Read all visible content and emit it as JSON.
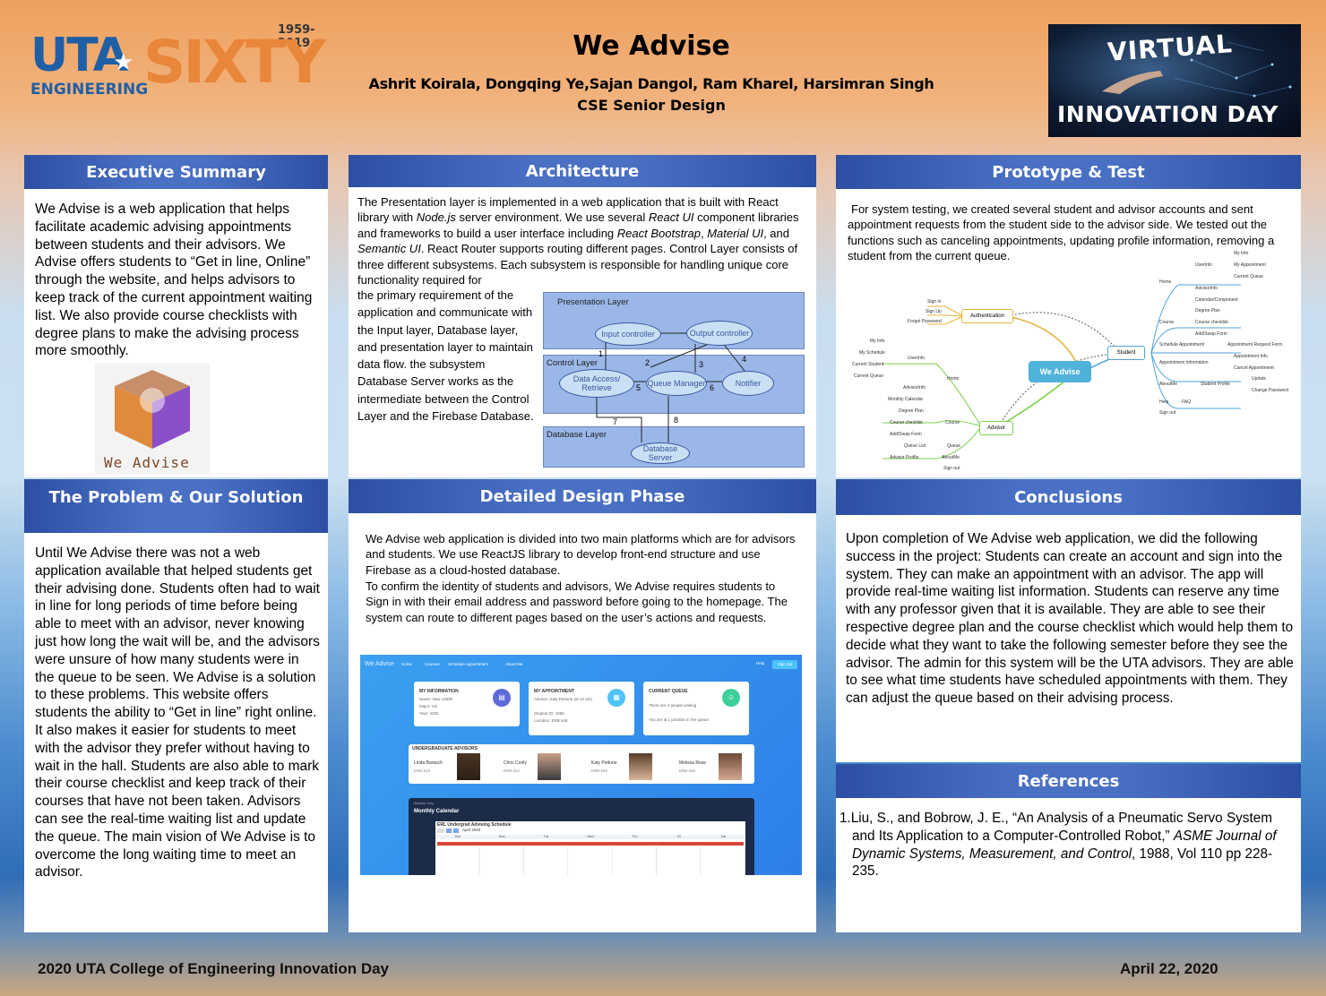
{
  "header": {
    "logo": {
      "years": "1959-2019",
      "uta": "UTA",
      "engineering": "ENGINEERING",
      "sixty": "SIXTY"
    },
    "title": "We Advise",
    "authors": "Ashrit Koirala, Dongqing Ye,Sajan Dangol, Ram Kharel, Harsimran Singh",
    "subtitle": "CSE Senior Design",
    "badge": {
      "line1": "VIRTUAL",
      "line2": "INNOVATION DAY"
    }
  },
  "sections": {
    "executive_summary": {
      "title": "Executive Summary",
      "text": "We Advise is a web application that helps facilitate academic advising appointments between students and their advisors. We Advise offers students to “Get in line, Online” through the website, and helps advisors to keep track of the current appointment waiting list. We also provide course checklists with degree plans to make the advising process more smoothly.",
      "logo_caption": "We Advise"
    },
    "architecture": {
      "title": "Architecture",
      "intro_parts": [
        "The Presentation layer is implemented in a web application that is built with React library with ",
        "Node.js",
        " server environment. We use several ",
        "React UI",
        " component libraries and frameworks to build a user interface including ",
        "React Bootstrap",
        ", ",
        "Material UI",
        ", and ",
        "Semantic UI",
        ". React Router supports routing different pages. Control Layer consists of three different subsystems. Each subsystem is responsible for handling unique core functionality required for"
      ],
      "side_text": "the primary requirement of the application and communicate with the Input layer, Database layer, and presentation layer to maintain data flow. the subsystem Database Server works as the intermediate between the Control Layer and the Firebase Database.",
      "diagram": {
        "presentation_layer": "Presentation Layer",
        "control_layer": "Control Layer",
        "database_layer": "Database Layer",
        "input_controller": "Input controller",
        "output_controller": "Output controller",
        "data_access": "Data Access/ Retrieve",
        "queue_manager": "Queue Manager",
        "notifier": "Notifier",
        "database_server": "Database Server",
        "edge_labels": [
          "1",
          "2",
          "3",
          "4",
          "5",
          "6",
          "7",
          "8"
        ]
      }
    },
    "prototype": {
      "title": "Prototype & Test",
      "text": "For system testing, we created several student and advisor accounts and sent appointment requests from the student side to the advisor side. We tested out the functions such as canceling appointments, updating profile information, removing a student from the current queue.",
      "mindmap": {
        "center": "We Advise",
        "authentication": "Authentication",
        "student": "Student",
        "advisor": "Advisor",
        "auth_items": [
          "Sign In",
          "Sign Up",
          "Forget Password"
        ],
        "student_items": [
          "My Info",
          "My Appointment",
          "Current Queue",
          "UserInfo",
          "AdvisorInfo",
          "Calendar/Component",
          "Home",
          "Degree Plan",
          "Course checklist",
          "Add/Swap Form",
          "Course",
          "Schedule Appointment",
          "Appointment Request Form",
          "Appointment Information",
          "Appointment Info",
          "Cancel Appointment",
          "Student Profile",
          "Update",
          "Change Password",
          "AboutMe",
          "Help",
          "FAQ",
          "Sign out"
        ],
        "advisor_items": [
          "My Info",
          "My Schedule",
          "Current Student",
          "Current Queue",
          "UserInfo",
          "AdvisorInfo",
          "Monthly Calendar",
          "Home",
          "Degree Plan",
          "Course checklist",
          "Add/Swap Form",
          "Course",
          "Queue List",
          "Queue",
          "Advisor Profile",
          "AboutMe",
          "Sign out"
        ]
      }
    },
    "problem": {
      "title": "The Problem & Our Solution",
      "text": "Until We Advise there was not a web application available that helped students get their advising done. Students often had to wait in line for long periods of time before being able to meet with an advisor, never knowing just how long the wait will be, and the advisors were unsure of how many students were in the queue to be seen. We Advise is a solution to these problems. This website offers students the ability to “Get in line” right online. It also makes it easier for students to meet with the advisor they prefer without having to wait in the hall. Students are also able to mark their course checklist and keep track of their courses that have not been taken. Advisors can see the real-time waiting list and update the queue. The main vision of We Advise is to overcome the long waiting time to meet an advisor."
    },
    "design": {
      "title": "Detailed Design Phase",
      "para1": "We Advise web application is divided into two main platforms which are for advisors and students. We use ReactJS library to develop front-end structure and use Firebase as a cloud-hosted database.",
      "para2": "To confirm the identity of students and advisors, We Advise requires students to Sign in with their email address and password before going to the homepage. The system can route to different pages based on the user’s actions and requests.",
      "screenshot": {
        "brand": "We Advise",
        "nav": [
          "Home",
          "Courses",
          "Schedule Appointment",
          "About Me"
        ],
        "help": "Help",
        "signout": "Sign out",
        "cards": [
          {
            "title": "MY INFORMATION",
            "lines": [
              "Name: New USER",
              "Major: CE",
              "Year: 2020"
            ]
          },
          {
            "title": "MY APPOINTMENT",
            "lines": [
              "Advisor: Katy Pedone (at 10 am)",
              "Student ID: 1058",
              "Location: ERB 648"
            ]
          },
          {
            "title": "CURRENT QUEUE",
            "lines": [
              "There are 4 people waiting",
              "You are at 1 position in the queue"
            ]
          }
        ],
        "advisors_title": "UNDERGRADUATE ADVISORS",
        "advisors": [
          {
            "name": "Linda Barasch",
            "room": "ERB 613"
          },
          {
            "name": "Chris Conly",
            "room": "ERB 612"
          },
          {
            "name": "Katy Pedone",
            "room": "ERB 643"
          },
          {
            "name": "Melissa Rose",
            "room": "ERB 616"
          }
        ],
        "calendar_subtitle": "Advisor only",
        "calendar_title": "Monthly Calendar",
        "calendar_name": "ERL Undergrad Advising Schedule",
        "calendar_month": "April 2020",
        "calendar_days": [
          "Sun",
          "Mon",
          "Tue",
          "Wed",
          "Thu",
          "Fri",
          "Sat"
        ]
      }
    },
    "conclusions": {
      "title": "Conclusions",
      "text": "Upon completion of We Advise web application, we did the following success in the project: Students can create an account and sign into the system. They can make an appointment with an advisor. The app will provide real-time waiting list information. Students can reserve any time with any professor given that it is available. They are able to see their respective degree plan and the course checklist which would help them to decide what they want to take the following semester before they see the advisor. The admin for this system will be the UTA advisors. They are able to see what time students have scheduled appointments with them. They can adjust the queue based on their advising process."
    },
    "references": {
      "title": "References",
      "items": [
        {
          "num": "1.",
          "text": "Liu, S., and Bobrow, J. E., “An Analysis of a Pneumatic Servo System and Its Application to a Computer-Controlled Robot,”",
          "journal": "ASME Journal of Dynamic Systems, Measurement, and Control",
          "rest": ", 1988, Vol 110 pp 228-235."
        }
      ]
    }
  },
  "footer": {
    "left": "2020 UTA College of Engineering Innovation Day",
    "right": "April 22, 2020"
  },
  "colors": {
    "header_blue": "#3a5fb4",
    "logo_blue": "#1f5fa6",
    "logo_orange": "#e8863a",
    "mindmap_center": "#4fb3d9"
  }
}
